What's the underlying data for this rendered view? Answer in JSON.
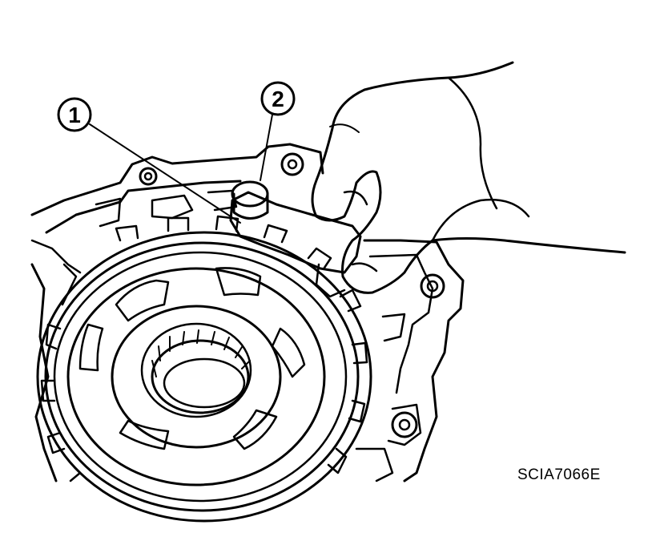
{
  "callouts": [
    {
      "number": "1",
      "target": "ring-groove"
    },
    {
      "number": "2",
      "target": "hand-tool"
    }
  ],
  "reference_code": "SCIA7066E",
  "colors": {
    "ink": "#000000",
    "paper": "#ffffff"
  }
}
